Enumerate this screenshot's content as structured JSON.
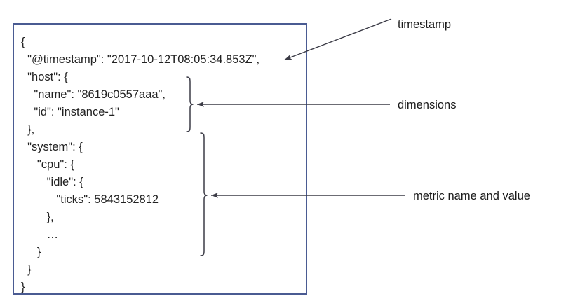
{
  "diagram": {
    "title": "JSON metric document with callout annotations",
    "box": {
      "border_color": "#4a5b92",
      "background": "#ffffff"
    },
    "json_document": {
      "lines": [
        "{",
        "  \"@timestamp\": \"2017-10-12T08:05:34.853Z\",",
        "  \"host\": {",
        "    \"name\": \"8619c0557aaa\",",
        "    \"id\": \"instance-1\"",
        "  },",
        "  \"system\": {",
        "     \"cpu\": {",
        "        \"idle\": {",
        "           \"ticks\": 5843152812",
        "        },",
        "        …",
        "     }",
        "  }",
        "}"
      ],
      "fields": {
        "timestamp_key": "@timestamp",
        "timestamp_value": "2017-10-12T08:05:34.853Z",
        "host_name_key": "name",
        "host_name_value": "8619c0557aaa",
        "host_id_key": "id",
        "host_id_value": "instance-1",
        "metric_path": "system.cpu.idle.ticks",
        "metric_value": "5843152812",
        "ellipsis": "…"
      }
    },
    "annotations": [
      {
        "id": "timestamp",
        "label": "timestamp",
        "connector": "diagonal-arrow",
        "points_to": "@timestamp field"
      },
      {
        "id": "dimensions",
        "label": "dimensions",
        "connector": "brace-and-arrow",
        "points_to": "host object"
      },
      {
        "id": "metric",
        "label": "metric name and value",
        "connector": "brace-and-arrow",
        "points_to": "system.cpu.idle.ticks"
      }
    ],
    "colors": {
      "box_border": "#4a5b92",
      "text": "#222222",
      "annotation_text": "#1a1a1a",
      "connector": "#3b3b46"
    }
  }
}
